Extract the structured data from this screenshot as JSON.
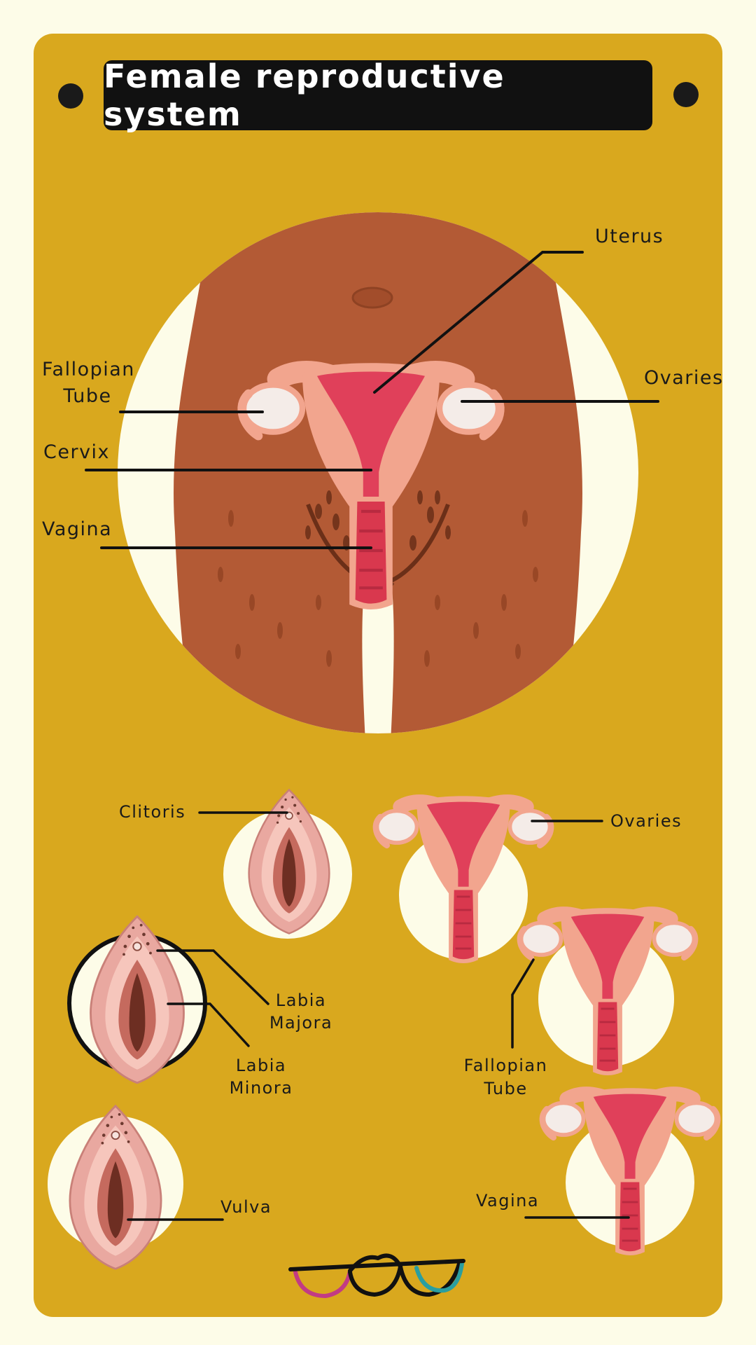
{
  "title": "Female reproductive system",
  "main_labels": {
    "uterus": "Uterus",
    "fallopian_tube_line1": "Fallopian",
    "fallopian_tube_line2": "Tube",
    "ovaries": "Ovaries",
    "cervix": "Cervix",
    "vagina": "Vagina"
  },
  "detail_labels": {
    "clitoris": "Clitoris",
    "ovaries": "Ovaries",
    "labia_majora_line1": "Labia",
    "labia_majora_line2": "Majora",
    "labia_minora_line1": "Labia",
    "labia_minora_line2": "Minora",
    "fallopian_tube_line1": "Fallopian",
    "fallopian_tube_line2": "Tube",
    "vulva": "Vulva",
    "vagina": "Vagina"
  },
  "colors": {
    "panel": "#d9a81e",
    "background": "#fdfce8",
    "skin": "#b35a35",
    "uterus_outer": "#f2a58e",
    "uterus_inner": "#e0405a",
    "ovary": "#f4ece8",
    "title_bar": "#111111"
  },
  "icons": [
    "dot-left-icon",
    "dot-right-icon",
    "glasses-logo-icon"
  ]
}
